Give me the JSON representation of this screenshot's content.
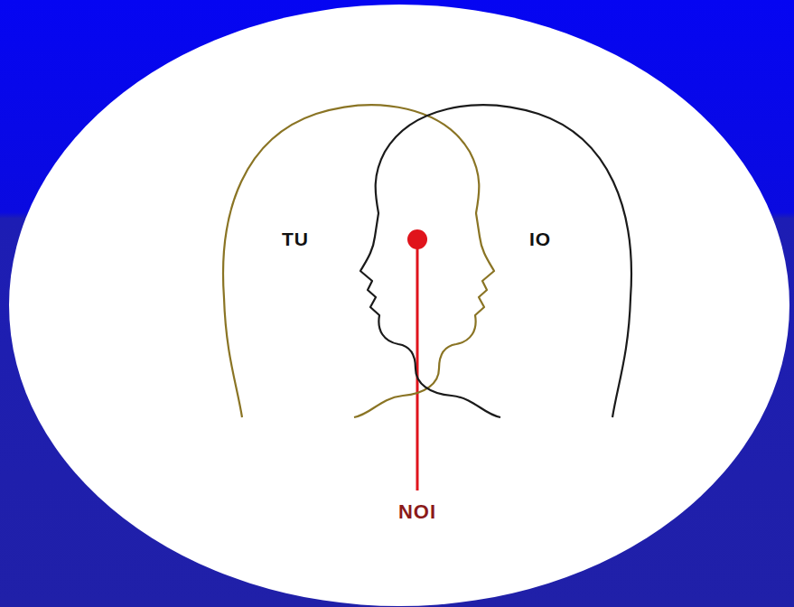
{
  "diagram": {
    "nodes": [
      {
        "text": [
          "TU"
        ]
      },
      {
        "text": [
          "IO"
        ]
      }
    ],
    "labels": [
      "NOI"
    ]
  }
}
